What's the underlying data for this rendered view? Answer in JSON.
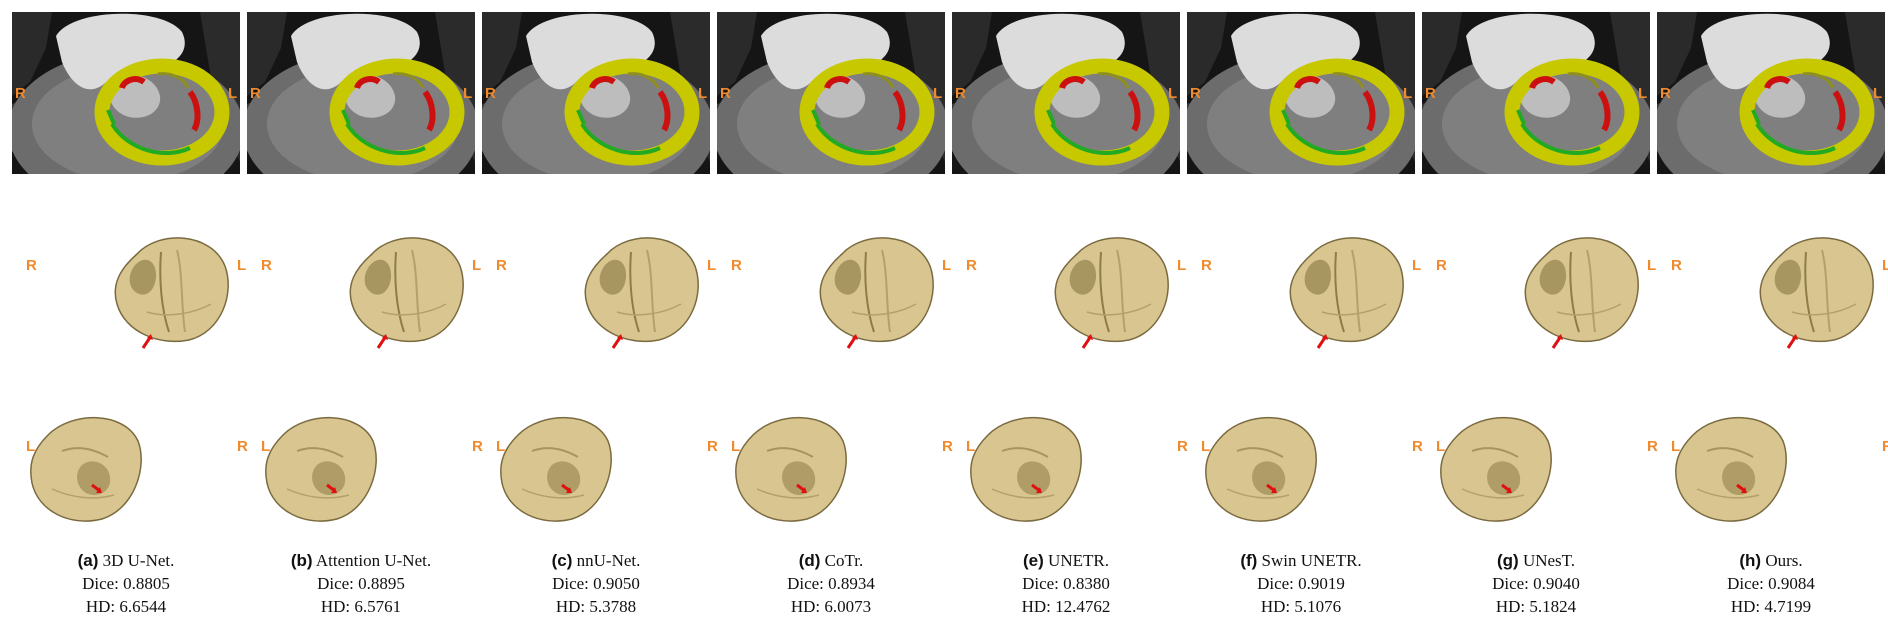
{
  "orientation": {
    "ct_left": "R",
    "ct_right": "L",
    "mesh1_left": "R",
    "mesh1_right": "L",
    "mesh2_left": "L",
    "mesh2_right": "R"
  },
  "colors": {
    "orientation_label": "#f08a2c",
    "myocardium": "#c8c800",
    "error_red": "#cc1010",
    "error_green": "#22aa22",
    "mesh_surface": "#d8c58f",
    "arrow": "#e01010"
  },
  "icons": {
    "ct_slice": "ct-axial-slice-icon",
    "mesh": "heart-mesh-icon",
    "arrow": "red-arrow-icon"
  },
  "panels": [
    {
      "label": "(a)",
      "method": "3D U-Net.",
      "dice": "Dice: 0.8805",
      "hd": "HD: 6.6544"
    },
    {
      "label": "(b)",
      "method": "Attention U-Net.",
      "dice": "Dice: 0.8895",
      "hd": "HD: 6.5761"
    },
    {
      "label": "(c)",
      "method": "nnU-Net.",
      "dice": "Dice: 0.9050",
      "hd": "HD: 5.3788"
    },
    {
      "label": "(d)",
      "method": "CoTr.",
      "dice": "Dice: 0.8934",
      "hd": "HD: 6.0073"
    },
    {
      "label": "(e)",
      "method": "UNETR.",
      "dice": "Dice: 0.8380",
      "hd": "HD: 12.4762"
    },
    {
      "label": "(f)",
      "method": "Swin UNETR.",
      "dice": "Dice: 0.9019",
      "hd": "HD: 5.1076"
    },
    {
      "label": "(g)",
      "method": "UNesT.",
      "dice": "Dice: 0.9040",
      "hd": "HD: 5.1824"
    },
    {
      "label": "(h)",
      "method": "Ours.",
      "dice": "Dice: 0.9084",
      "hd": "HD: 4.7199"
    }
  ]
}
